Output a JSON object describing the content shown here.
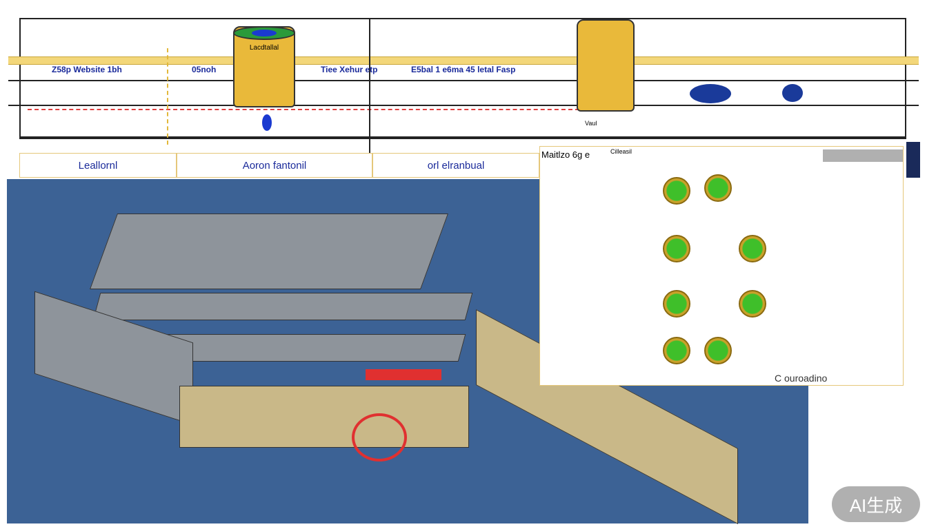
{
  "nav": {
    "items": [
      "Z58p Website 1bh",
      "05noh",
      "Tiee Xehur etp",
      "E5bal 1 e6ma 45 letal Fasp"
    ],
    "can_left_label": "Lacdtallal",
    "can_right_label": "Vaul"
  },
  "tabs": [
    "Leallornl",
    "Aoron fantonil",
    "orl elranbual"
  ],
  "panel": {
    "title": "Maitlzo 6g e",
    "subtitle": "Cilleasil",
    "footer": "C ouroadino"
  },
  "badge": "AI生成",
  "colors": {
    "accent": "#1a2a9a",
    "scene": "#3c6295",
    "yellow": "#e9b93a"
  }
}
